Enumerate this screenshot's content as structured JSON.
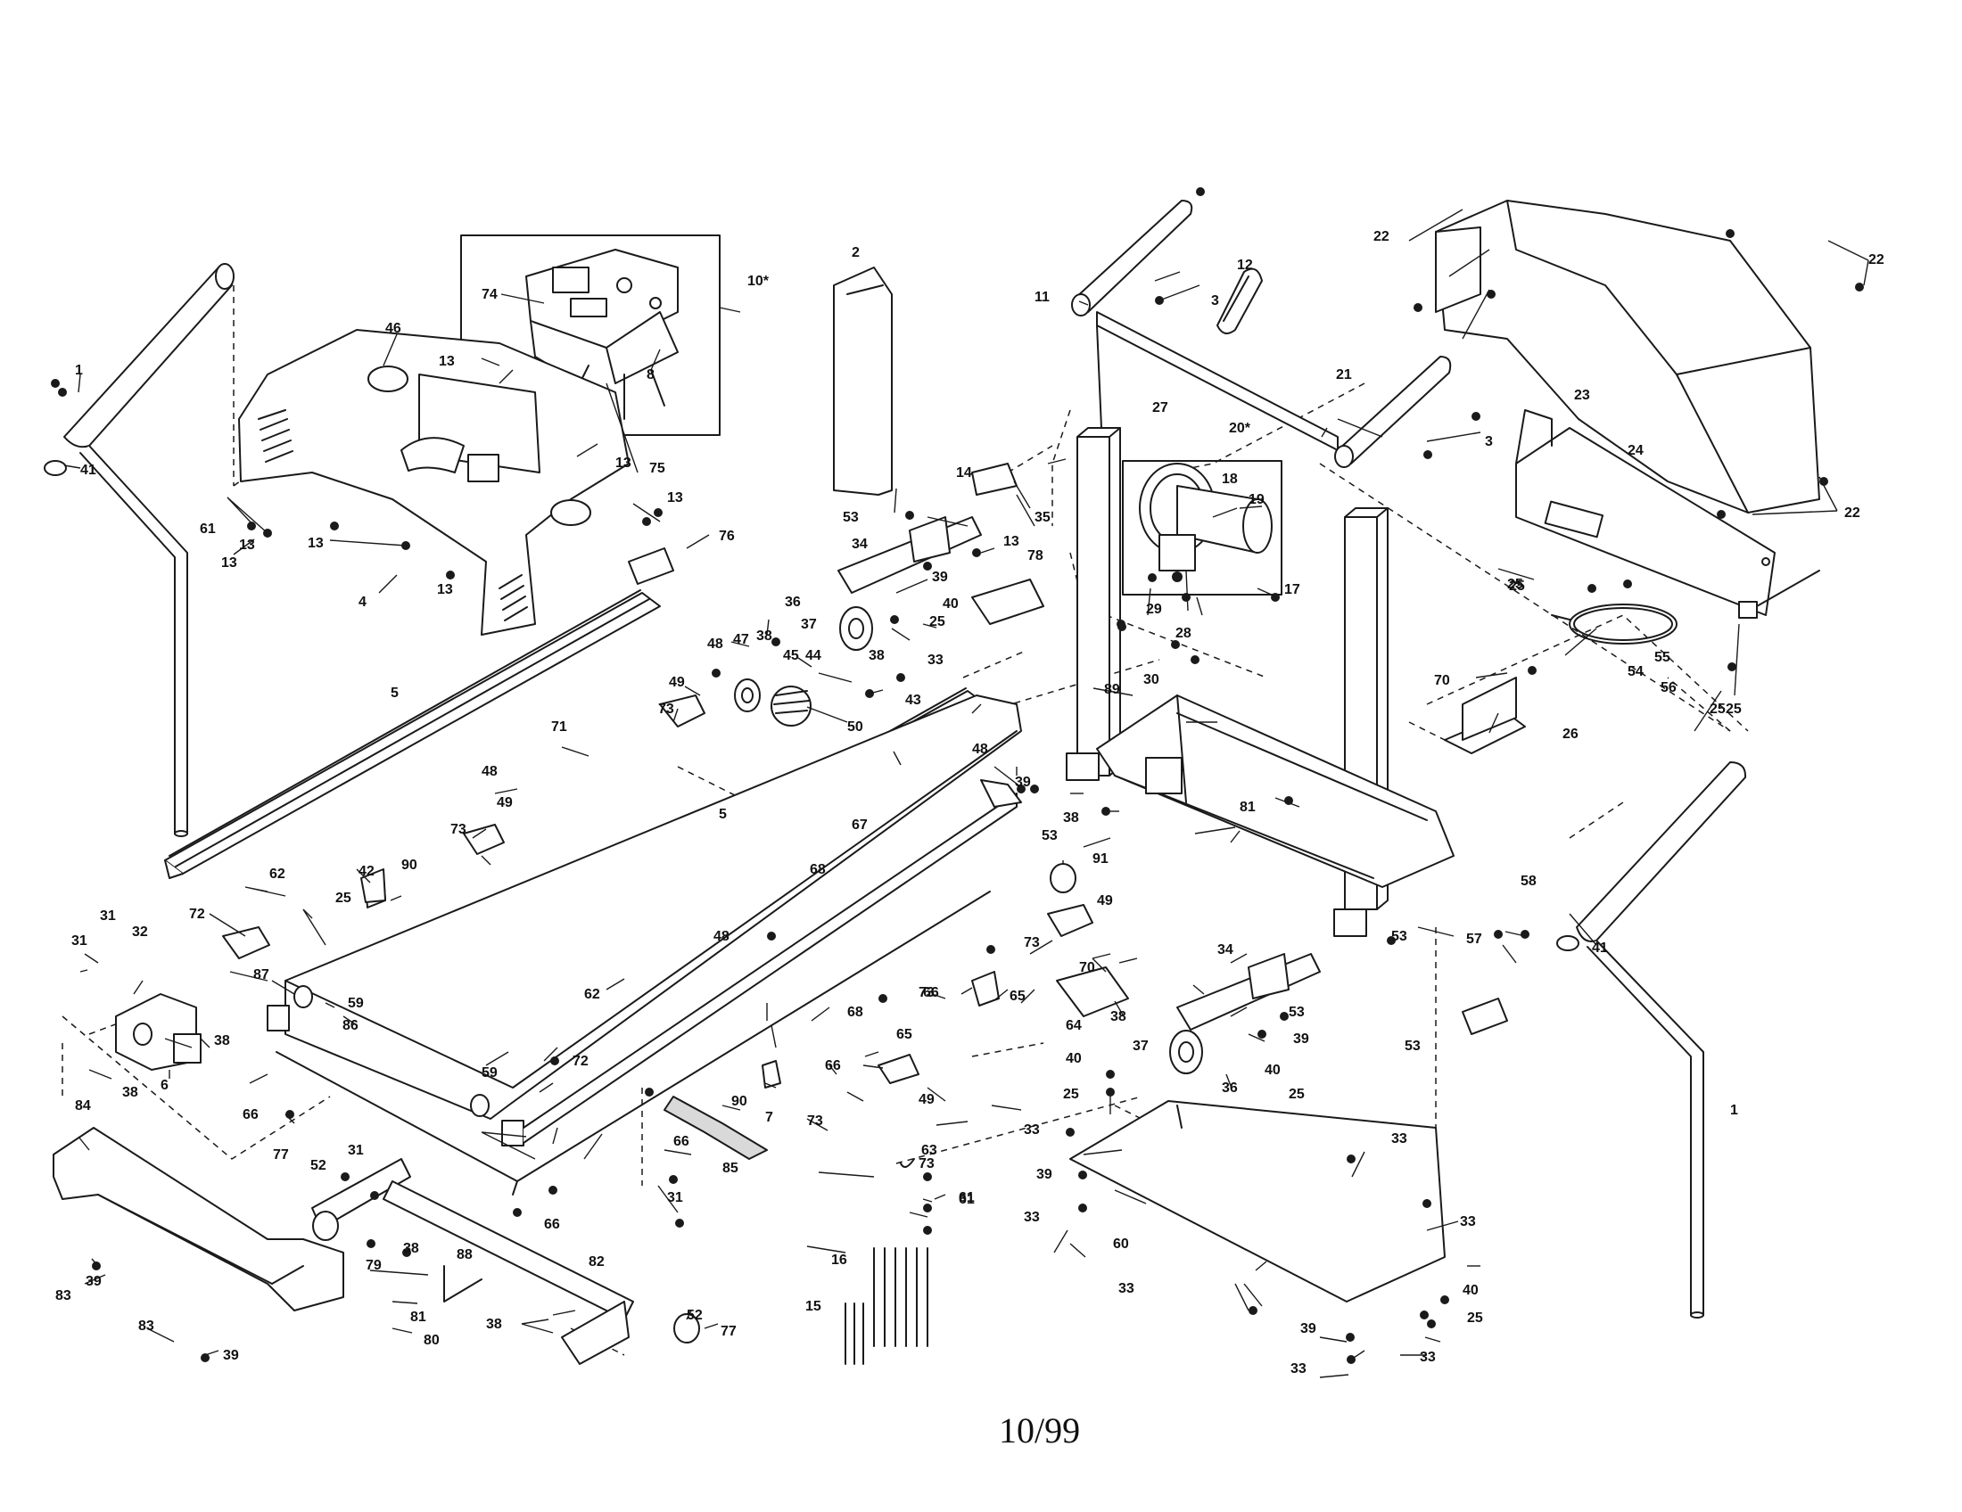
{
  "diagram": {
    "footer_code": "10/99",
    "detail_boxes": [
      {
        "label": "10*"
      },
      {
        "label": "20*"
      }
    ],
    "callouts": [
      "1",
      "41",
      "46",
      "13",
      "74",
      "10*",
      "8",
      "75",
      "61",
      "4",
      "76",
      "5",
      "71",
      "48",
      "49",
      "73",
      "42",
      "25",
      "90",
      "62",
      "72",
      "31",
      "32",
      "6",
      "38",
      "87",
      "59",
      "86",
      "66",
      "84",
      "77",
      "52",
      "79",
      "83",
      "39",
      "81",
      "80",
      "82",
      "88",
      "2",
      "53",
      "34",
      "36",
      "37",
      "78",
      "39",
      "40",
      "47",
      "45",
      "44",
      "43",
      "50",
      "67",
      "68",
      "63",
      "61",
      "16",
      "15",
      "65",
      "85",
      "7",
      "11",
      "3",
      "12",
      "27",
      "20*",
      "18",
      "19",
      "14",
      "35",
      "29",
      "28",
      "30",
      "89",
      "17",
      "21",
      "22",
      "23",
      "24",
      "54",
      "55",
      "56",
      "70",
      "26",
      "81",
      "91",
      "57",
      "58",
      "64",
      "60",
      "33"
    ]
  }
}
